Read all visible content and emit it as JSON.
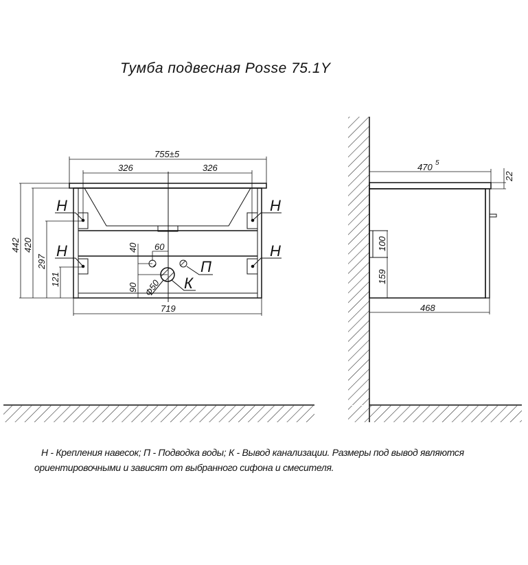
{
  "title": "Тумба подвесная Posse 75.1Y",
  "front_view": {
    "dims": {
      "overall_width": "755±5",
      "half_left": "326",
      "half_right": "326",
      "body_width": "719",
      "total_height": "442",
      "body_height": "420",
      "upper_mount": "297",
      "lower_mount": "121",
      "drain_height": "90",
      "water_offset_v": "40",
      "water_offset_h": "60",
      "drain_diameter": "Ф50"
    },
    "labels": {
      "mount": "Н",
      "water": "П",
      "drain": "К"
    }
  },
  "side_view": {
    "dims": {
      "top_depth": "470",
      "top_tol": "5",
      "top_thickness": "22",
      "body_depth": "468",
      "box_height": "100",
      "box_elevation": "159"
    }
  },
  "note": {
    "line1": "Н - Крепления навесок; П - Подводка воды; К - Вывод канализации. Размеры под вывод являются",
    "line2": "ориентировочными и зависят от выбранного сифона и смесителя."
  }
}
